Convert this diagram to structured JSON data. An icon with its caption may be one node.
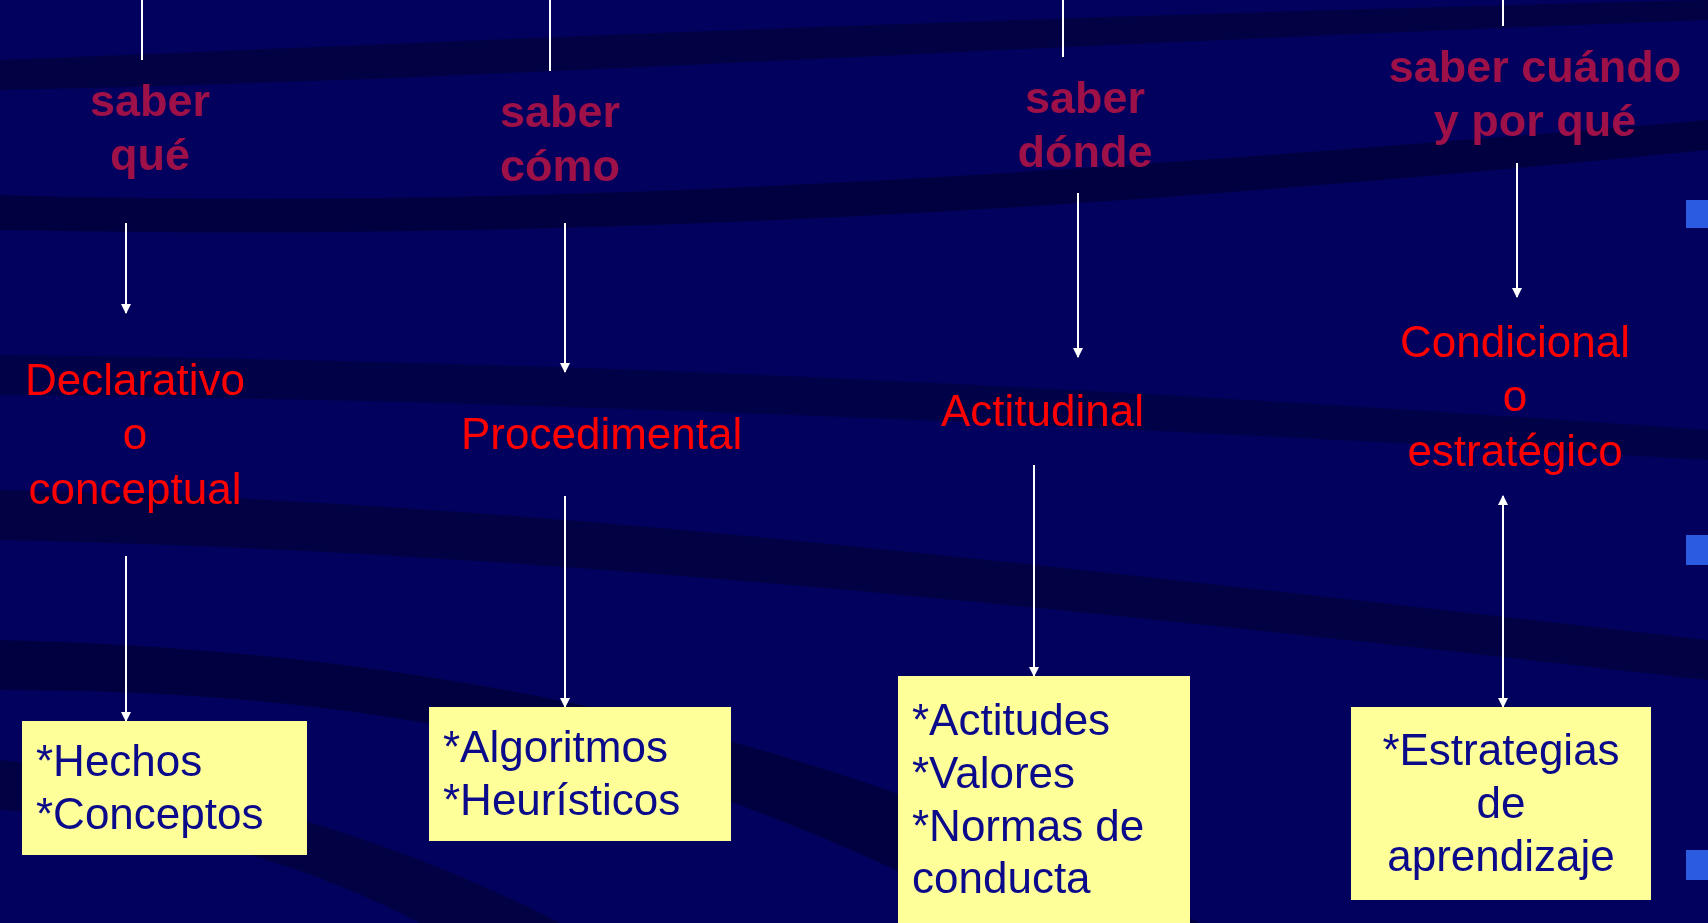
{
  "diagram": {
    "nodes": [
      {
        "text": [
          "saber qué"
        ]
      },
      {
        "text": [
          "Declarativo o conceptual"
        ]
      },
      {
        "text": [
          "*Hechos",
          "*Conceptos"
        ]
      },
      {
        "text": [
          "saber cómo"
        ]
      },
      {
        "text": [
          "Procedimental"
        ]
      },
      {
        "text": [
          "*Algoritmos",
          "*Heurísticos"
        ]
      },
      {
        "text": [
          "saber dónde"
        ]
      },
      {
        "text": [
          "Actitudinal"
        ]
      },
      {
        "text": [
          "*Actitudes",
          "*Valores",
          "*Normas de conducta"
        ]
      },
      {
        "text": [
          "saber cuándo y por qué"
        ]
      },
      {
        "text": [
          "Condicional o estratégico"
        ]
      },
      {
        "text": [
          "*Estrategias de aprendizaje"
        ]
      }
    ],
    "edges": [
      {
        "from": null,
        "to": 0,
        "arrow": "none"
      },
      {
        "from": 0,
        "to": 1,
        "arrow": "to"
      },
      {
        "from": 1,
        "to": 2,
        "arrow": "to"
      },
      {
        "from": null,
        "to": 3,
        "arrow": "none"
      },
      {
        "from": 3,
        "to": 4,
        "arrow": "to"
      },
      {
        "from": 4,
        "to": 5,
        "arrow": "to"
      },
      {
        "from": null,
        "to": 6,
        "arrow": "none"
      },
      {
        "from": 6,
        "to": 7,
        "arrow": "to"
      },
      {
        "from": 7,
        "to": 8,
        "arrow": "to"
      },
      {
        "from": null,
        "to": 9,
        "arrow": "none"
      },
      {
        "from": 9,
        "to": 10,
        "arrow": "to"
      },
      {
        "from": 10,
        "to": 11,
        "arrow": "both"
      }
    ]
  }
}
